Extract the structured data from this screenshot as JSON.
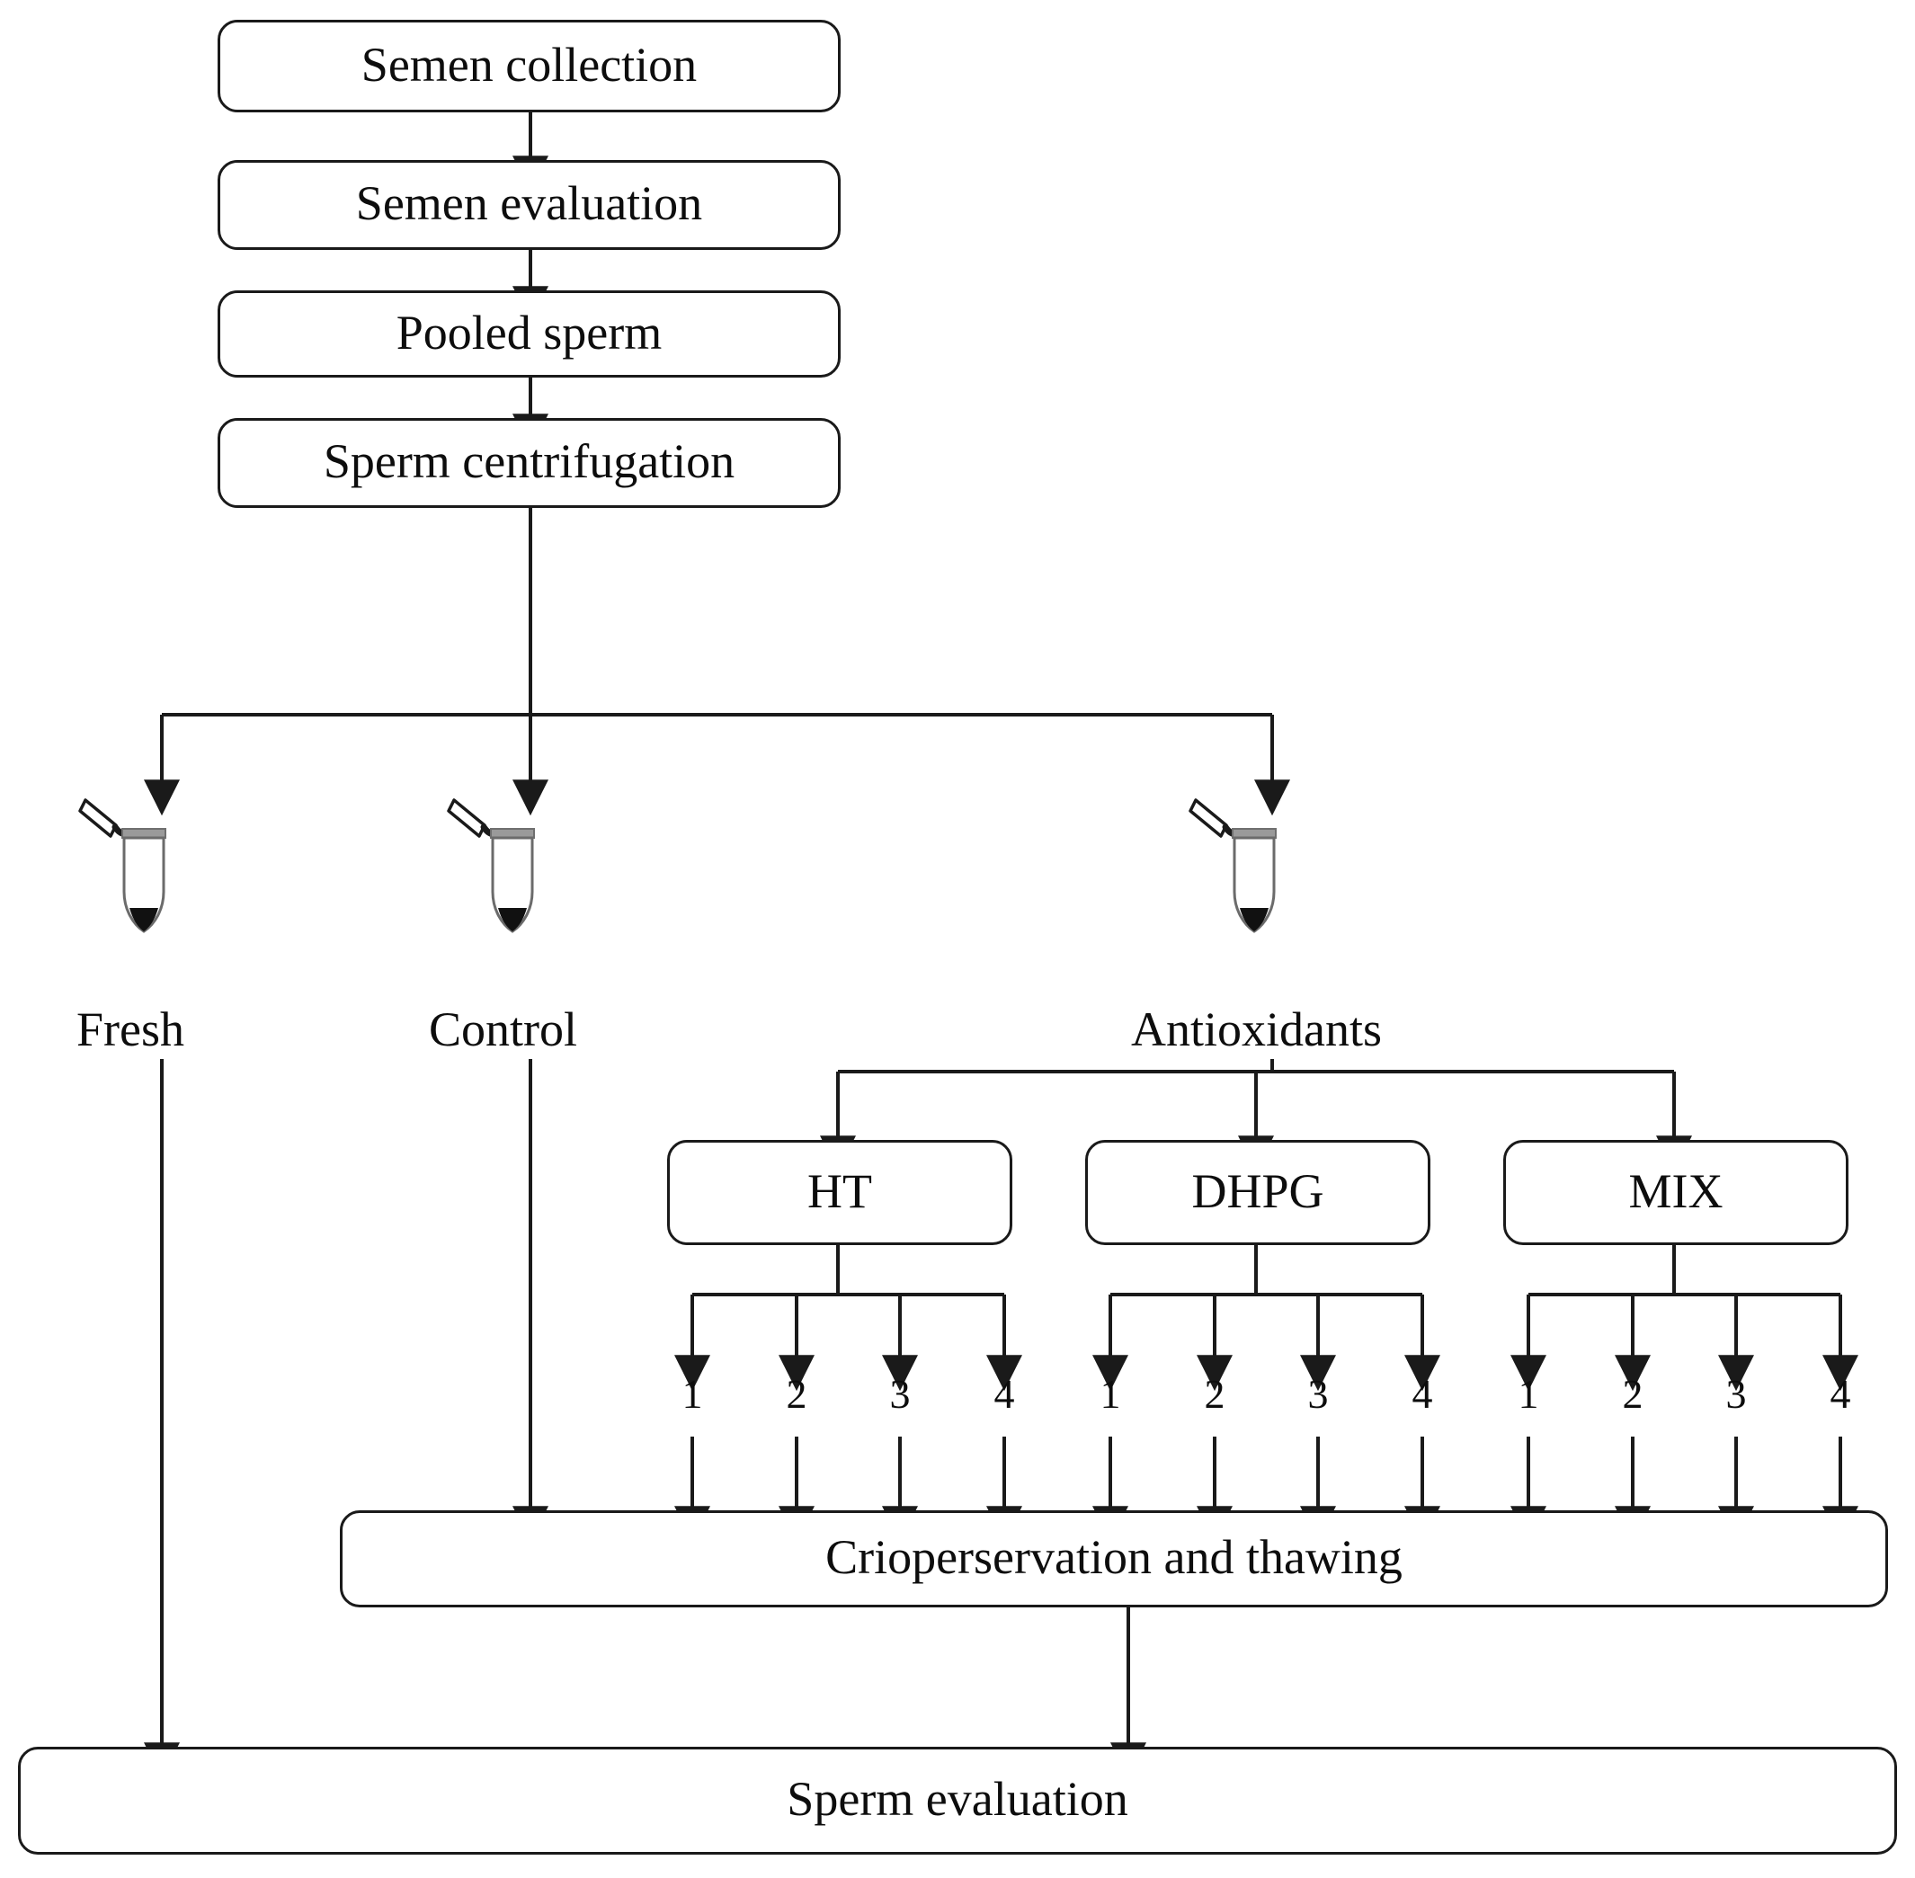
{
  "diagram": {
    "title": "Experimental design flowchart for sperm cryopreservation with antioxidants",
    "line_color": "#1a1a1a",
    "text_color": "#0d0d0d",
    "background": "#ffffff"
  },
  "stages": [
    {
      "id": "semen-collection",
      "label": "Semen collection"
    },
    {
      "id": "semen-evaluation",
      "label": "Semen evaluation"
    },
    {
      "id": "pooled-sperm",
      "label": "Pooled sperm"
    },
    {
      "id": "sperm-centrifugation",
      "label": "Sperm centrifugation"
    }
  ],
  "branches": [
    {
      "id": "fresh",
      "label": "Fresh"
    },
    {
      "id": "control",
      "label": "Control"
    },
    {
      "id": "antioxidants",
      "label": "Antioxidants"
    }
  ],
  "antioxidant_groups": [
    {
      "id": "ht",
      "label": "HT",
      "doses": [
        "1",
        "2",
        "3",
        "4"
      ]
    },
    {
      "id": "dhpg",
      "label": "DHPG",
      "doses": [
        "1",
        "2",
        "3",
        "4"
      ]
    },
    {
      "id": "mix",
      "label": "MIX",
      "doses": [
        "1",
        "2",
        "3",
        "4"
      ]
    }
  ],
  "process_boxes": [
    {
      "id": "criopreservation",
      "label": "Crioperservation and thawing"
    },
    {
      "id": "sperm-evaluation-final",
      "label": "Sperm evaluation"
    }
  ],
  "final": {
    "criopreservation_label": "Crioperservation and thawing",
    "sperm_evaluation_label": "Sperm evaluation"
  },
  "icons": {
    "tube": "microcentrifuge-tube-icon",
    "arrow": "arrow-down-icon"
  }
}
